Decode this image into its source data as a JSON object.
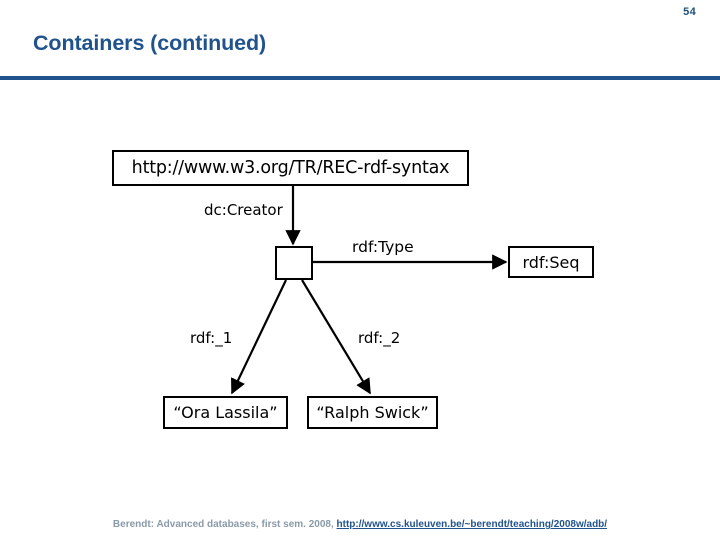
{
  "slide": {
    "page_number": "54",
    "title": "Containers (continued)",
    "accent_color": "#20538d"
  },
  "diagram": {
    "type": "rdf-graph",
    "nodes": [
      {
        "id": "uri",
        "label": "http://www.w3.org/TR/REC-rdf-syntax",
        "kind": "resource"
      },
      {
        "id": "blank",
        "label": "",
        "kind": "blank-node"
      },
      {
        "id": "seq",
        "label": "rdf:Seq",
        "kind": "class"
      },
      {
        "id": "literal-1",
        "label": "“Ora Lassila”",
        "kind": "literal"
      },
      {
        "id": "literal-2",
        "label": "“Ralph Swick”",
        "kind": "literal"
      }
    ],
    "edges": [
      {
        "from": "uri",
        "to": "blank",
        "label": "dc:Creator"
      },
      {
        "from": "blank",
        "to": "seq",
        "label": "rdf:Type"
      },
      {
        "from": "blank",
        "to": "literal-1",
        "label": "rdf:_1"
      },
      {
        "from": "blank",
        "to": "literal-2",
        "label": "rdf:_2"
      }
    ]
  },
  "footer": {
    "text": "Berendt: Advanced databases, first sem. 2008, ",
    "link": "http://www.cs.kuleuven.be/~berendt/teaching/2008w/adb/"
  }
}
